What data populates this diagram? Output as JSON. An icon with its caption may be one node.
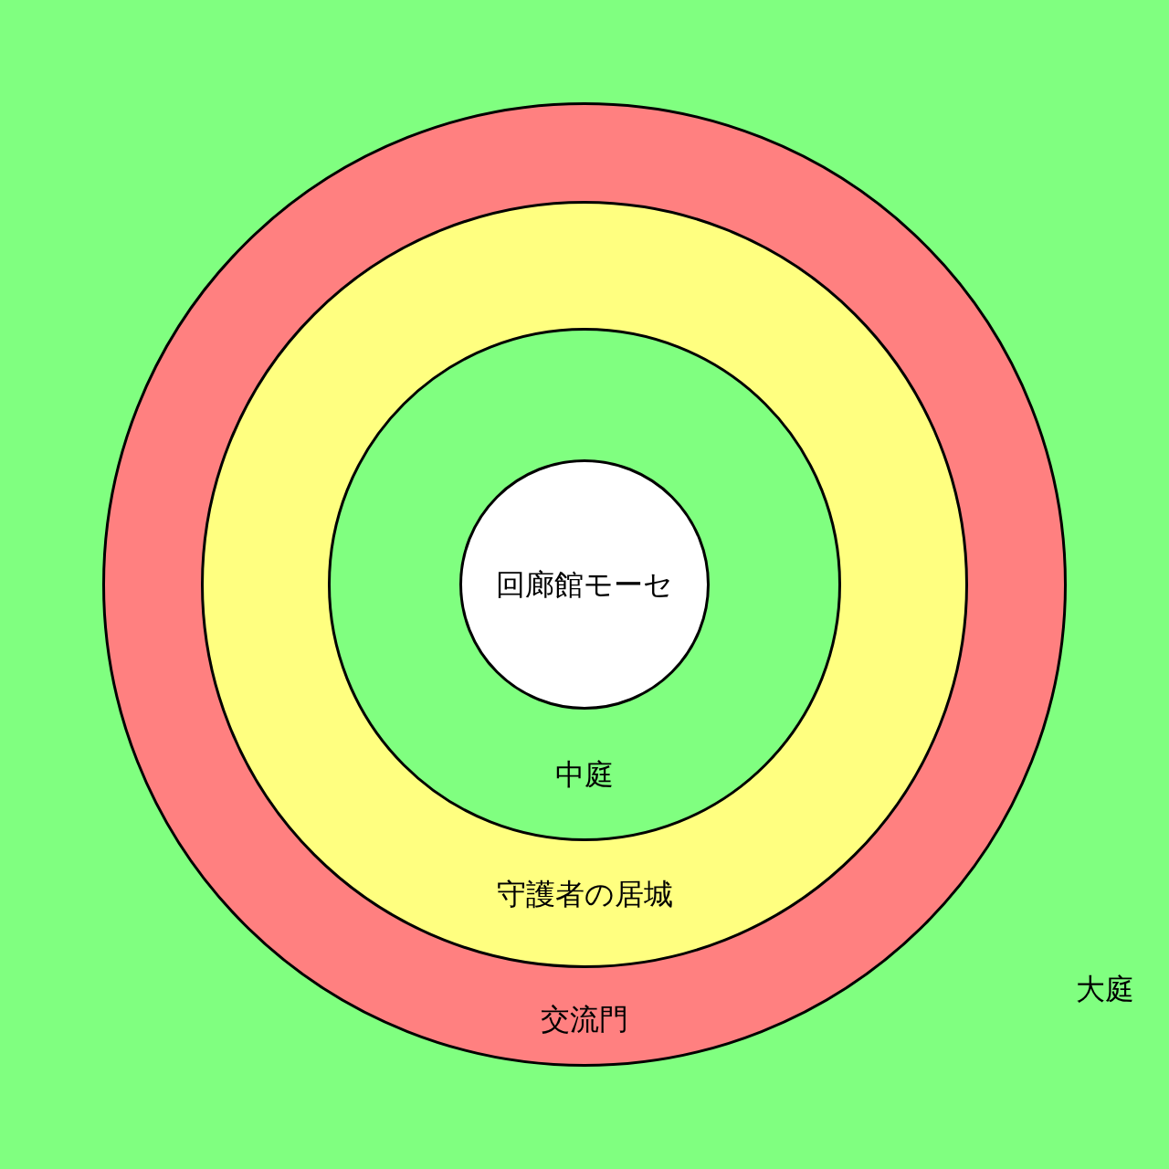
{
  "diagram": {
    "nodes": [
      {
        "text": [
          "大庭"
        ]
      },
      {
        "text": [
          "交流門"
        ],
        "in": 0
      },
      {
        "text": [
          "守護者の居城"
        ],
        "in": 1
      },
      {
        "text": [
          "中庭"
        ],
        "in": 2
      },
      {
        "text": [
          "回廊館モーセ"
        ],
        "in": 3
      }
    ]
  }
}
